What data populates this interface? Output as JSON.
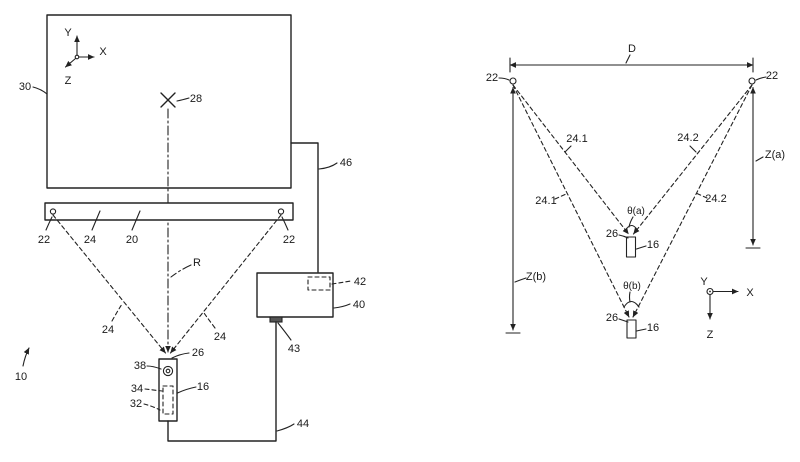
{
  "page": {
    "bg": "#ffffff",
    "ink": "#222222"
  },
  "fig_left": {
    "system_ref": "10",
    "screen_ref": "30",
    "target_ref": "28",
    "axes": {
      "x": "X",
      "y": "Y",
      "z": "Z"
    },
    "bar_ref": "20",
    "marker_left_ref": "22",
    "marker_right_ref": "22",
    "bar_led_ref": "24",
    "beam_left_ref": "24",
    "beam_right_ref": "24",
    "ray_ref": "R",
    "remote_ref": "16",
    "imager_ref": "26",
    "lens_ref": "38",
    "sensor_ref": "34",
    "processor_ref": "32",
    "console_ref": "40",
    "module_ref": "42",
    "port_ref": "43",
    "cable_remote_ref": "44",
    "cable_screen_ref": "46"
  },
  "fig_right": {
    "distance_ref": "D",
    "marker_left_ref": "22",
    "marker_right_ref": "22",
    "beam_left_a_ref": "24.1",
    "beam_left_b_ref": "24.1",
    "beam_right_a_ref": "24.2",
    "beam_right_b_ref": "24.2",
    "depth_a_ref": "Z(a)",
    "depth_b_ref": "Z(b)",
    "angle_a_ref": "θ(a)",
    "angle_b_ref": "θ(b)",
    "remote_a_ref": "16",
    "remote_b_ref": "16",
    "imager_a_ref": "26",
    "imager_b_ref": "26",
    "axes": {
      "x": "X",
      "y": "Y",
      "z": "Z"
    }
  }
}
